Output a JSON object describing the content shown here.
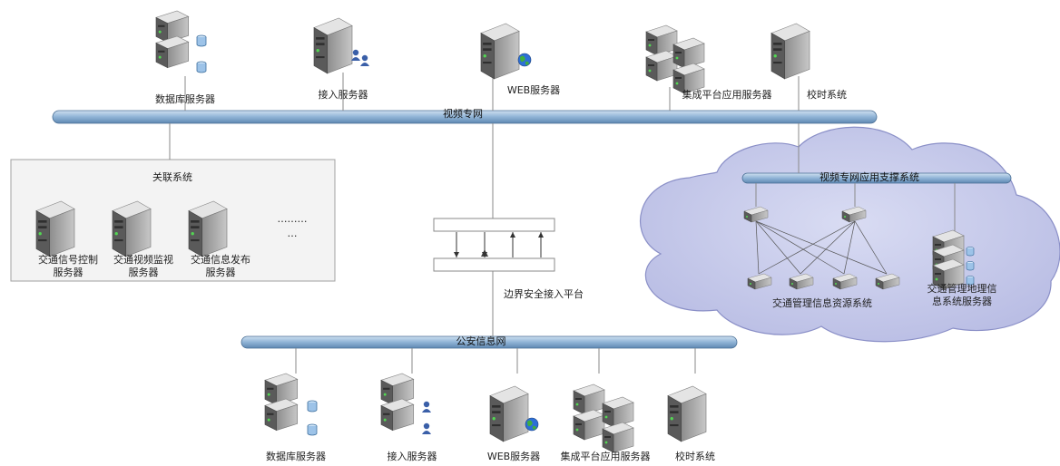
{
  "top_network": {
    "bus_label": "视频专网",
    "servers": [
      {
        "label": "数据库服务器",
        "icon": "database-server-icon"
      },
      {
        "label": "接入服务器",
        "icon": "access-server-icon"
      },
      {
        "label": "WEB服务器",
        "icon": "web-server-icon"
      },
      {
        "label": "集成平台应用服务器",
        "icon": "server-cluster-icon"
      },
      {
        "label": "校时系统",
        "icon": "server-icon"
      }
    ]
  },
  "related_systems": {
    "title": "关联系统",
    "servers": [
      {
        "label": "交通信号控制\n服务器"
      },
      {
        "label": "交通视频监视\n服务器"
      },
      {
        "label": "交通信息发布\n服务器"
      }
    ],
    "more": "………\n…"
  },
  "gateway": {
    "label": "边界安全接入平台"
  },
  "cloud": {
    "bus_label": "视频专网应用支撑系统",
    "resource_label": "交通管理信息资源系统",
    "gis_label": "交通管理地理信\n息系统服务器"
  },
  "bottom_network": {
    "bus_label": "公安信息网",
    "servers": [
      {
        "label": "数据库服务器"
      },
      {
        "label": "接入服务器"
      },
      {
        "label": "WEB服务器"
      },
      {
        "label": "集成平台应用服务器"
      },
      {
        "label": "校时系统"
      }
    ]
  },
  "colors": {
    "bus": "#7fa8cf",
    "cloud": "#c4c8ea",
    "server": "#c9c9c9"
  }
}
